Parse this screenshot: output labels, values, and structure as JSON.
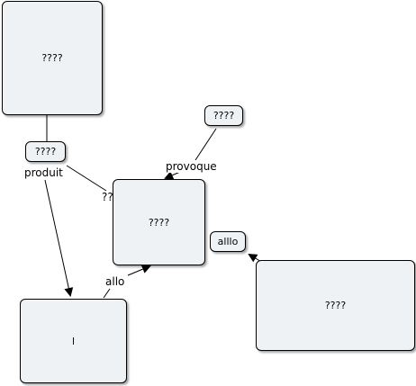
{
  "diagram": {
    "nodes": {
      "n_top_left": "????",
      "n_center": "????",
      "n_bottom_left": "l",
      "n_right": "????"
    },
    "pills": {
      "p_left": "????",
      "p_top": "????",
      "p_right": "alllo"
    },
    "edge_labels": {
      "produit": "produit",
      "provoque": "provoque",
      "allo": "allo",
      "partial": "??"
    }
  }
}
